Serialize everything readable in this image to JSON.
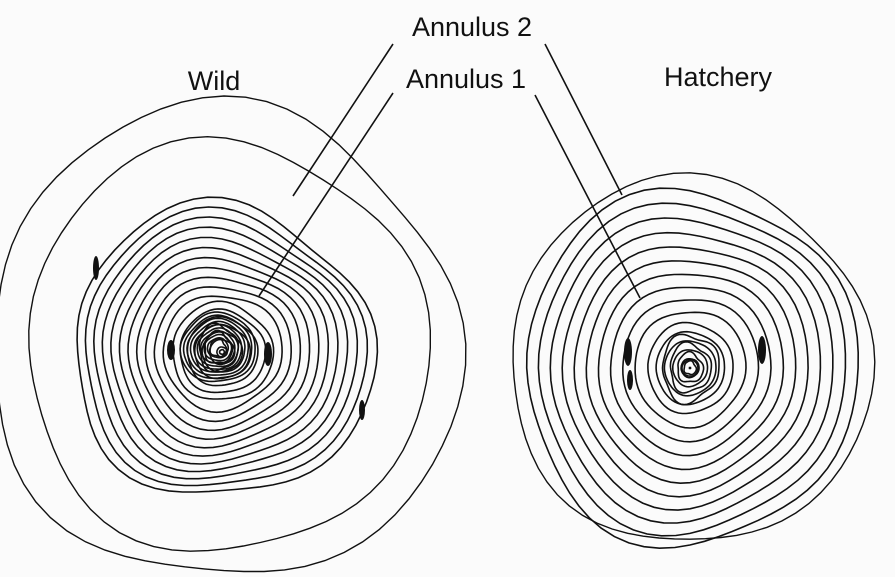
{
  "labels": {
    "annulus_2": "Annulus 2",
    "annulus_1": "Annulus 1",
    "wild": "Wild",
    "hatchery": "Hatchery"
  },
  "scales": [
    {
      "name": "wild",
      "outer_rings": [
        360,
        327
      ],
      "bands": [
        {
          "count": 11,
          "spacing": 9.2
        },
        {
          "count": 8,
          "spacing": 7.6
        },
        {
          "count": 9,
          "spacing": 3.2
        }
      ],
      "core_rings": 3
    },
    {
      "name": "hatchery",
      "outer_rings": [
        360
      ],
      "bands": [
        {
          "count": 10,
          "spacing": 12.5
        },
        {
          "count": 7,
          "spacing": 8.5
        }
      ],
      "core_rings": 4
    }
  ]
}
